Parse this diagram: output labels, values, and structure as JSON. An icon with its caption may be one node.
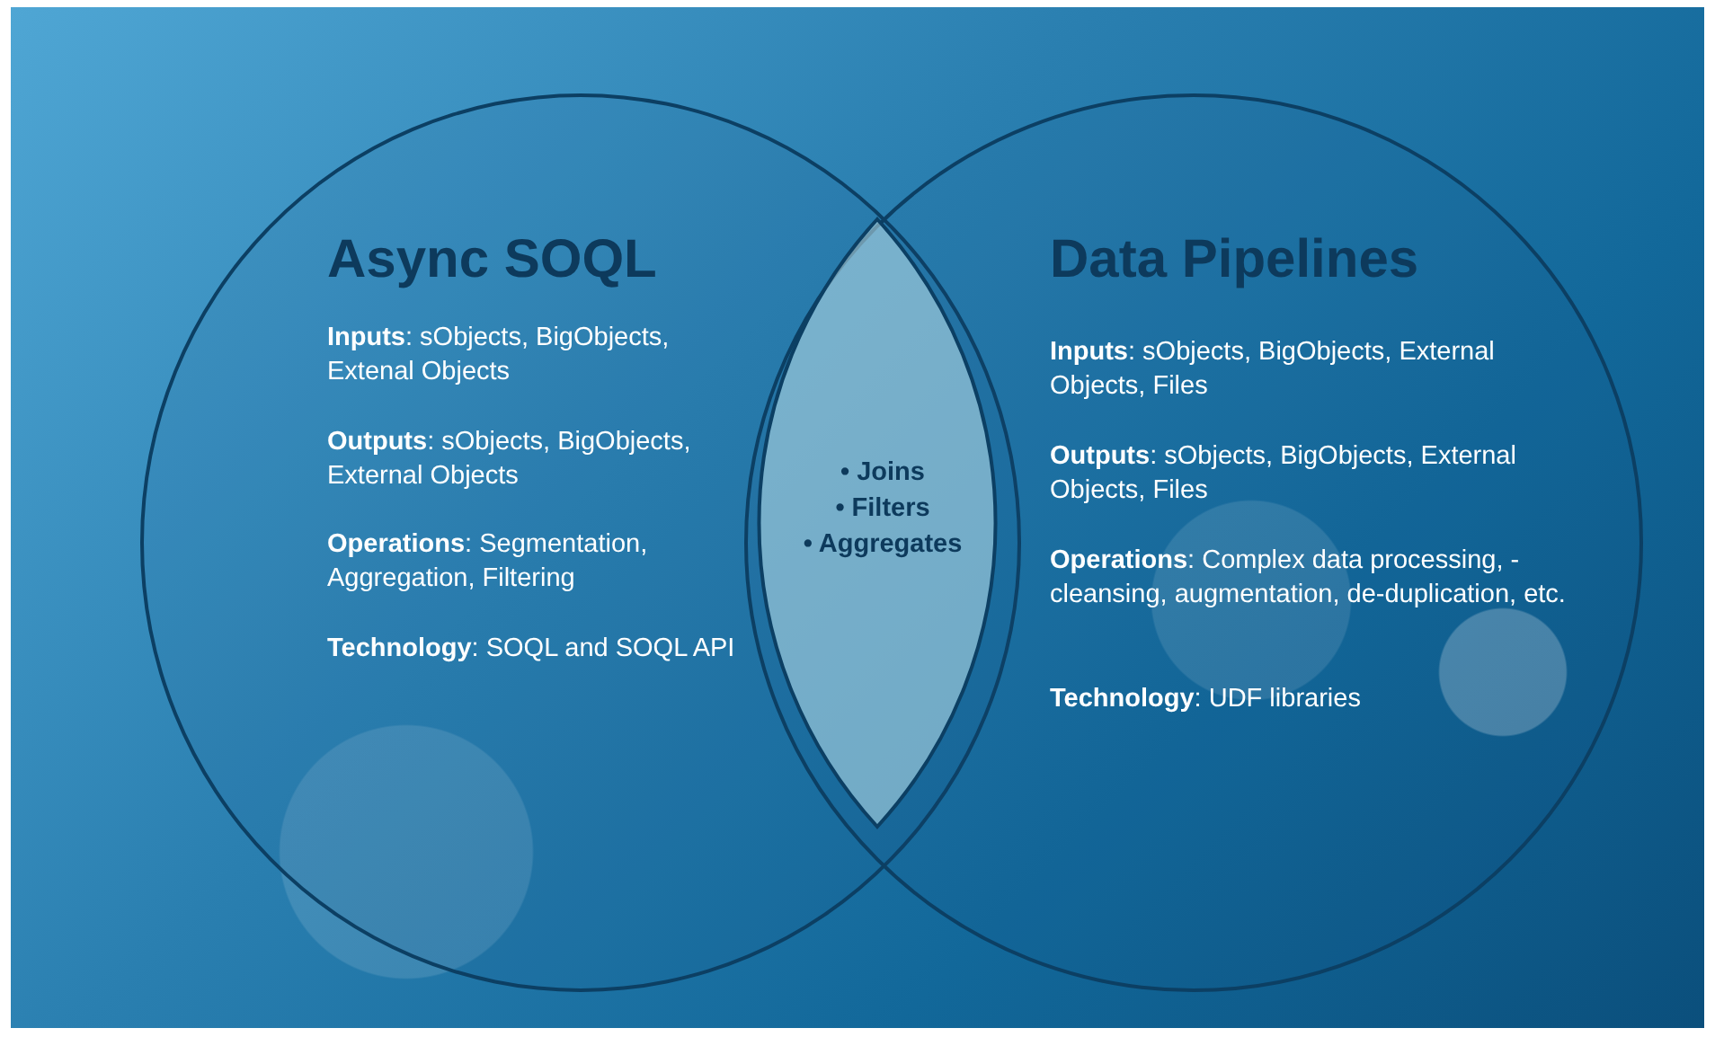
{
  "diagram": {
    "nodes": [
      {
        "text": [
          "Async SOQL",
          "**Inputs**: sObjects, BigObjects, Extenal Objects",
          "**Outputs**: sObjects, BigObjects, External Objects",
          "**Operations**: Segmentation, Aggregation, Filtering",
          "**Technology**: SOQL and SOQL API"
        ]
      },
      {
        "text": [
          "Data Pipelines",
          "**Inputs**: sObjects, BigObjects, External Objects, Files",
          "**Outputs**: sObjects, BigObjects, External Objects, Files",
          "**Operations**: Complex data processing, - cleansing, augmentation, de-duplication, etc.",
          "**Technology**: UDF libraries"
        ]
      },
      {
        "text": [
          "• Joins",
          "• Filters",
          "• Aggregates"
        ]
      }
    ],
    "edges": []
  }
}
